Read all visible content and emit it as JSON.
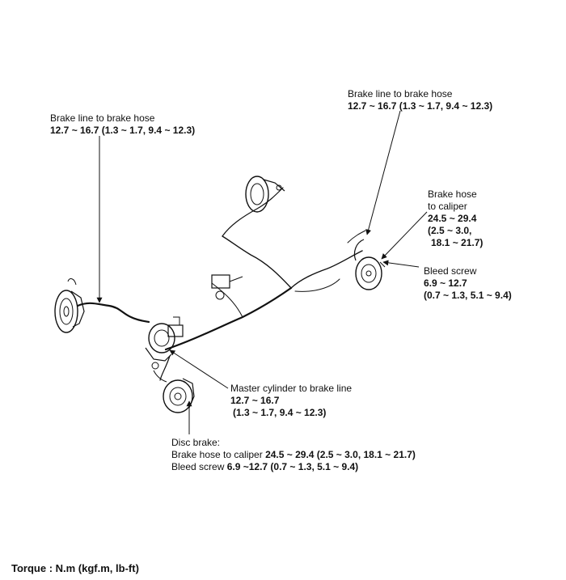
{
  "labels": {
    "left_brake_line": {
      "title": "Brake line to brake hose",
      "value": "12.7 ~ 16.7 (1.3 ~ 1.7, 9.4 ~ 12.3)"
    },
    "right_brake_line": {
      "title": "Brake line to brake hose",
      "value": "12.7 ~ 16.7 (1.3 ~ 1.7, 9.4 ~ 12.3)"
    },
    "brake_hose_caliper": {
      "line1": "Brake hose",
      "line2": "to caliper",
      "line3": "24.5 ~ 29.4",
      "line4": "(2.5 ~ 3.0,",
      "line5": "18.1 ~ 21.7)"
    },
    "bleed_screw": {
      "title": "Bleed screw",
      "line1": "6.9 ~ 12.7",
      "line2": "(0.7 ~ 1.3, 5.1 ~ 9.4)"
    },
    "master_cylinder": {
      "title": "Master cylinder to brake line",
      "line1": "12.7 ~ 16.7",
      "line2": "(1.3 ~ 1.7, 9.4 ~ 12.3)"
    },
    "disc_brake": {
      "title": "Disc brake:",
      "hose_prefix": "Brake hose to caliper ",
      "hose_value": "24.5 ~ 29.4 (2.5 ~ 3.0, 18.1 ~ 21.7)",
      "bleed_prefix": "Bleed screw ",
      "bleed_value": "6.9 ~12.7 (0.7 ~ 1.3, 5.1 ~ 9.4)"
    }
  },
  "footer": {
    "torque_units": "Torque : N.m (kgf.m, lb-ft)"
  }
}
